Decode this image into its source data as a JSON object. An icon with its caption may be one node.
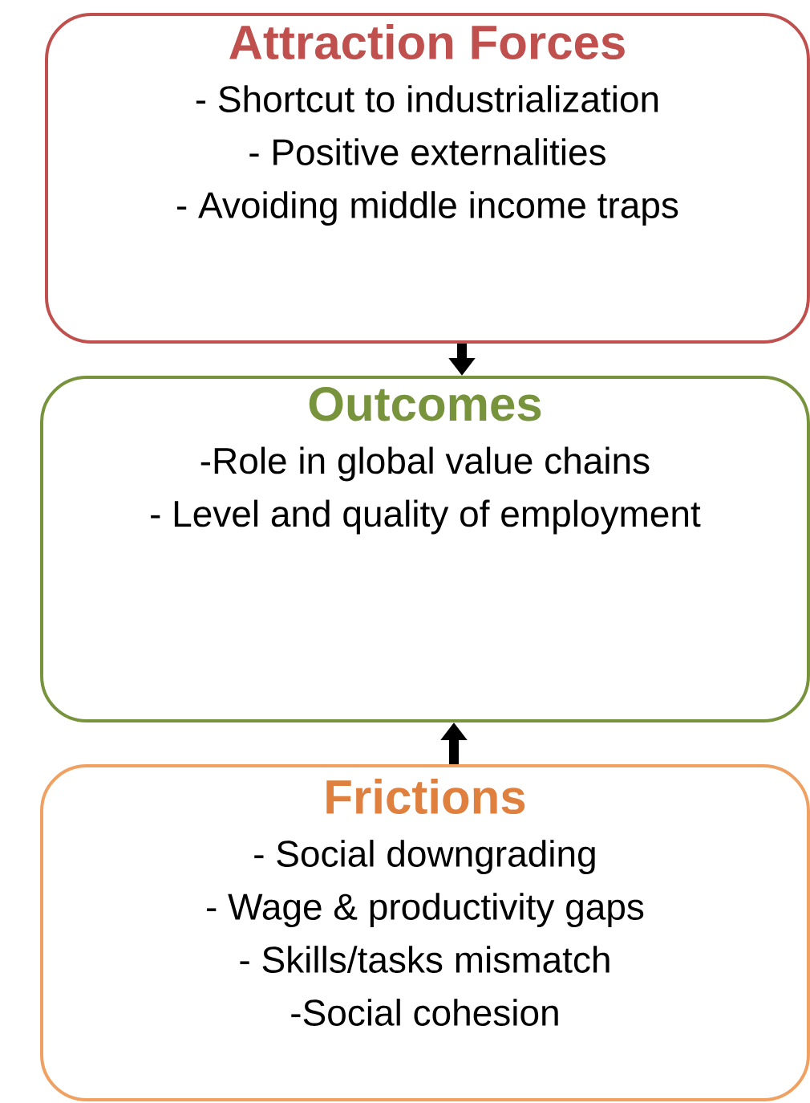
{
  "diagram": {
    "nodes": [
      {
        "text": [
          "Attraction Forces",
          "- Shortcut to industrialization",
          "- Positive externalities",
          "- Avoiding middle income traps"
        ]
      },
      {
        "text": [
          "Outcomes",
          "-Role in global value chains",
          "- Level and quality of employment"
        ]
      },
      {
        "text": [
          "Frictions",
          "- Social downgrading",
          "- Wage & productivity gaps",
          "- Skills/tasks mismatch",
          "-Social cohesion"
        ]
      }
    ],
    "edges": [
      {
        "from": 0,
        "to": 1,
        "arrow": "to"
      },
      {
        "from": 2,
        "to": 1,
        "arrow": "to"
      }
    ]
  }
}
